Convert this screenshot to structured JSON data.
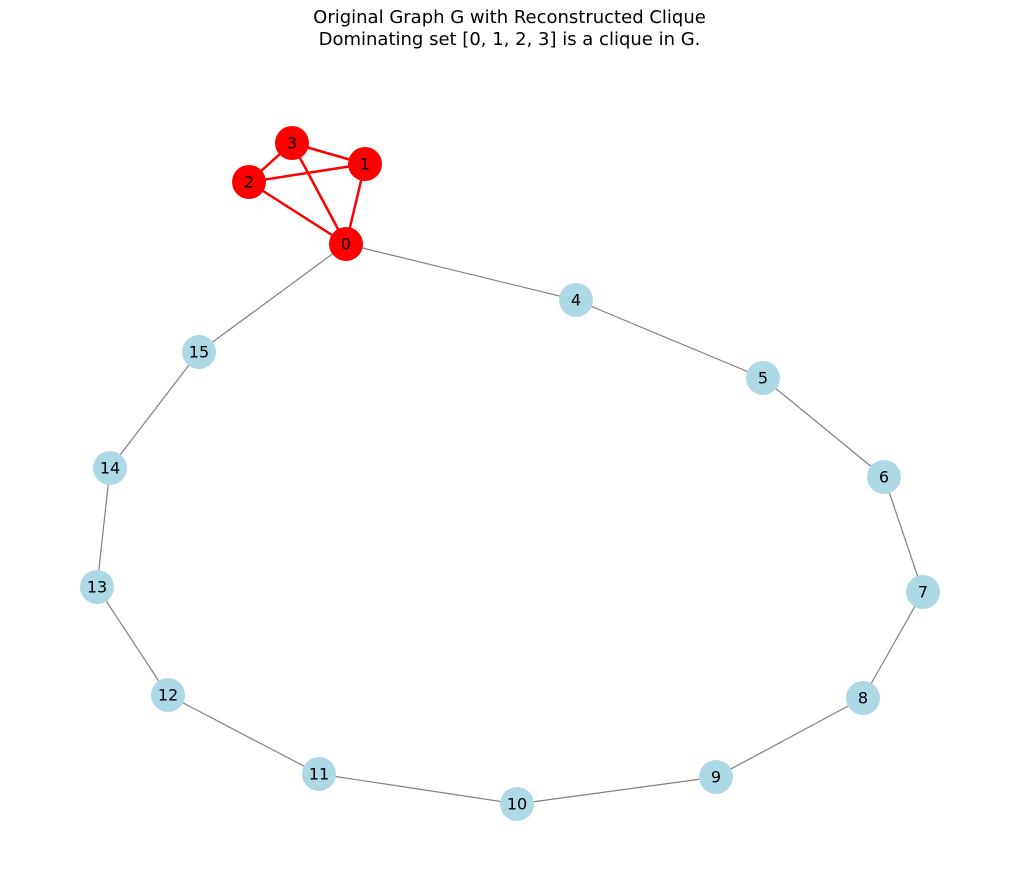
{
  "title": "Original Graph G with Reconstructed Clique",
  "subtitle": "Dominating set [0, 1, 2, 3] is a clique in G.",
  "colors": {
    "clique_node": "#ff0000",
    "clique_edge": "#ff0000",
    "other_node": "#add8e6",
    "other_edge": "#808080"
  },
  "graph": {
    "nodes": [
      {
        "id": 0,
        "label": "0",
        "in_clique": true
      },
      {
        "id": 1,
        "label": "1",
        "in_clique": true
      },
      {
        "id": 2,
        "label": "2",
        "in_clique": true
      },
      {
        "id": 3,
        "label": "3",
        "in_clique": true
      },
      {
        "id": 4,
        "label": "4",
        "in_clique": false
      },
      {
        "id": 5,
        "label": "5",
        "in_clique": false
      },
      {
        "id": 6,
        "label": "6",
        "in_clique": false
      },
      {
        "id": 7,
        "label": "7",
        "in_clique": false
      },
      {
        "id": 8,
        "label": "8",
        "in_clique": false
      },
      {
        "id": 9,
        "label": "9",
        "in_clique": false
      },
      {
        "id": 10,
        "label": "10",
        "in_clique": false
      },
      {
        "id": 11,
        "label": "11",
        "in_clique": false
      },
      {
        "id": 12,
        "label": "12",
        "in_clique": false
      },
      {
        "id": 13,
        "label": "13",
        "in_clique": false
      },
      {
        "id": 14,
        "label": "14",
        "in_clique": false
      },
      {
        "id": 15,
        "label": "15",
        "in_clique": false
      }
    ],
    "edges": [
      {
        "source": 0,
        "target": 1,
        "in_clique": true
      },
      {
        "source": 0,
        "target": 2,
        "in_clique": true
      },
      {
        "source": 0,
        "target": 3,
        "in_clique": true
      },
      {
        "source": 1,
        "target": 2,
        "in_clique": true
      },
      {
        "source": 1,
        "target": 3,
        "in_clique": true
      },
      {
        "source": 2,
        "target": 3,
        "in_clique": true
      },
      {
        "source": 0,
        "target": 4,
        "in_clique": false
      },
      {
        "source": 4,
        "target": 5,
        "in_clique": false
      },
      {
        "source": 5,
        "target": 6,
        "in_clique": false
      },
      {
        "source": 6,
        "target": 7,
        "in_clique": false
      },
      {
        "source": 7,
        "target": 8,
        "in_clique": false
      },
      {
        "source": 8,
        "target": 9,
        "in_clique": false
      },
      {
        "source": 9,
        "target": 10,
        "in_clique": false
      },
      {
        "source": 10,
        "target": 11,
        "in_clique": false
      },
      {
        "source": 11,
        "target": 12,
        "in_clique": false
      },
      {
        "source": 12,
        "target": 13,
        "in_clique": false
      },
      {
        "source": 13,
        "target": 14,
        "in_clique": false
      },
      {
        "source": 14,
        "target": 15,
        "in_clique": false
      },
      {
        "source": 15,
        "target": 0,
        "in_clique": false
      }
    ]
  }
}
